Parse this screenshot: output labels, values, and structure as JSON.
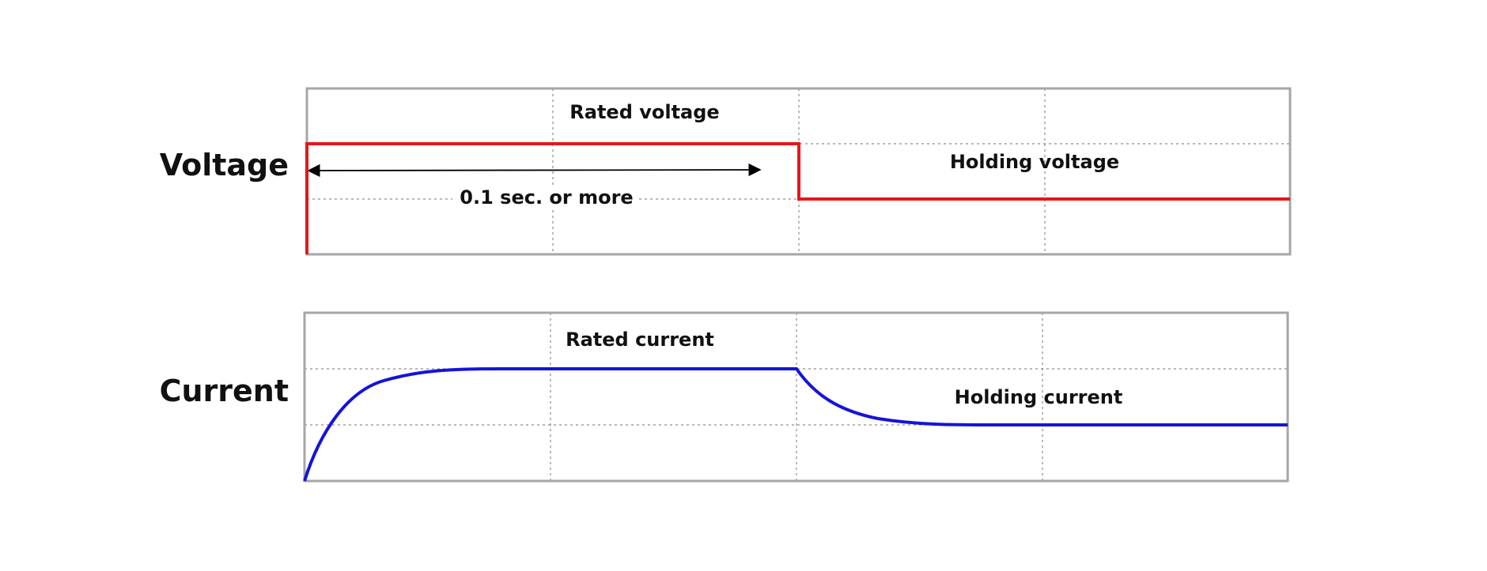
{
  "colors": {
    "voltage_trace": "#e8151b",
    "current_trace": "#1414d9",
    "frame": "#a6a6a6",
    "grid": "#8c8c8c",
    "arrow": "#000000"
  },
  "voltage_panel": {
    "row_label": "Voltage",
    "rated_label": "Rated voltage",
    "holding_label": "Holding voltage",
    "duration_label": "0.1 sec. or more"
  },
  "current_panel": {
    "row_label": "Current",
    "rated_label": "Rated current",
    "holding_label": "Holding current"
  }
}
